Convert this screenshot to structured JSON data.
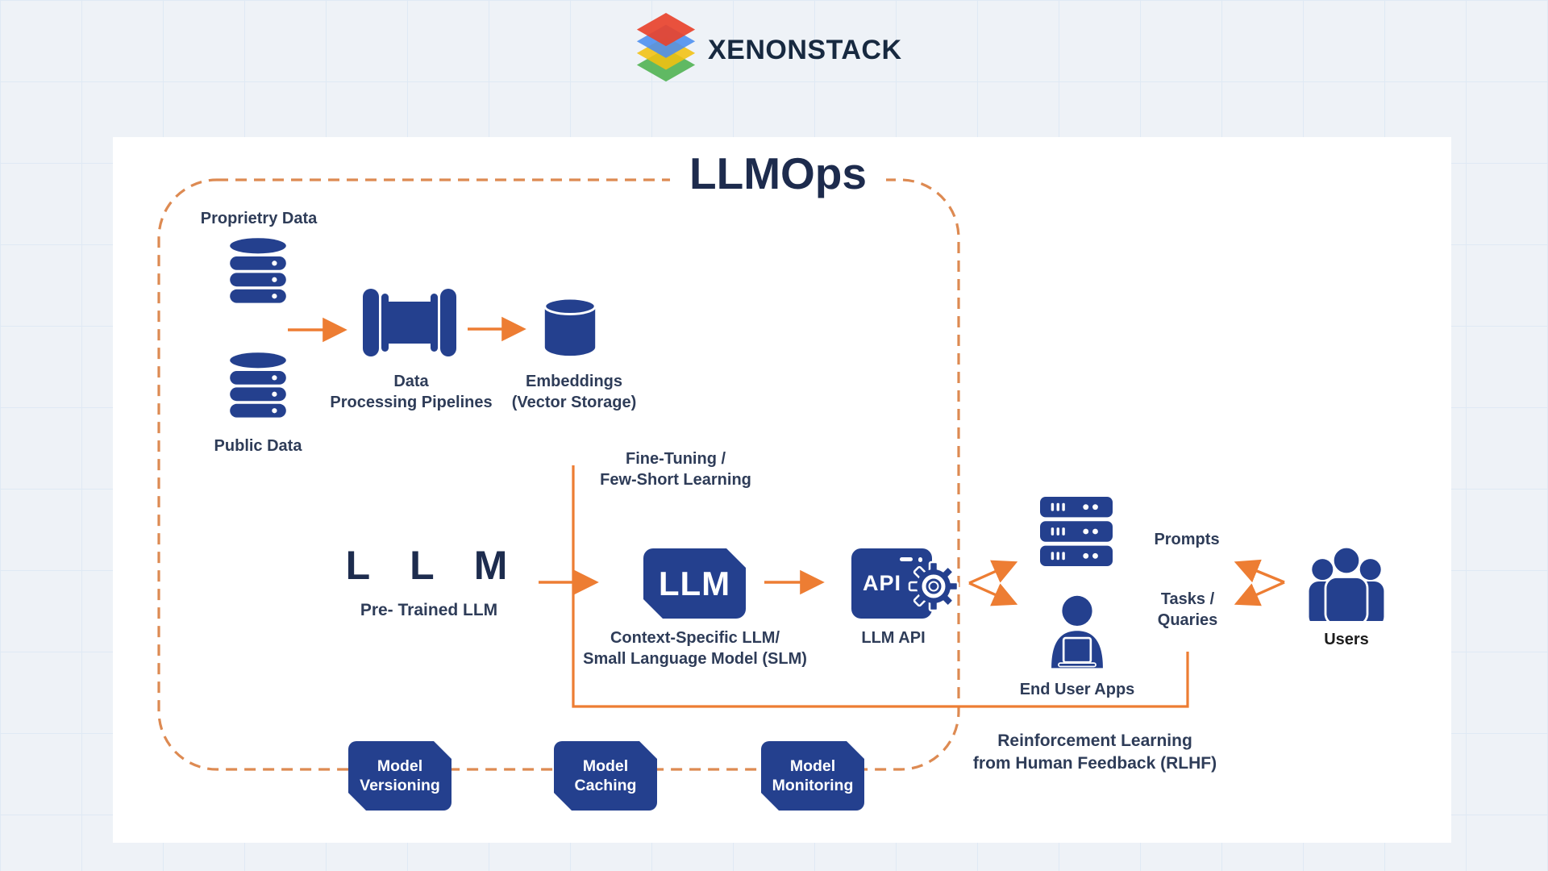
{
  "page": {
    "background": "#eef2f7",
    "panel": "#ffffff",
    "grid_line": "#dfe9f4"
  },
  "brand": {
    "name": "XENONSTACK",
    "text_color": "#172940",
    "logo_layer_colors": [
      "#e8432d",
      "#4a8df0",
      "#f2c010",
      "#4cb04e"
    ]
  },
  "diagram": {
    "title": "LLMOps",
    "colors": {
      "navy": "#24408e",
      "dark_text": "#1d2c4e",
      "label_text": "#2e3c58",
      "arrow_orange": "#ed7d33",
      "dashed_border_orange": "#dd8a52"
    },
    "nodes": {
      "proprietary_data": {
        "label": "Proprietry Data",
        "icon": "database-icon"
      },
      "public_data": {
        "label": "Public Data",
        "icon": "database-icon"
      },
      "pipelines": {
        "line1": "Data",
        "line2": "Processing Pipelines",
        "icon": "pipeline-icon"
      },
      "embeddings": {
        "line1": "Embeddings",
        "line2": "(Vector Storage)",
        "icon": "cylinder-icon"
      },
      "pretrained": {
        "big": "L L M",
        "label": "Pre- Trained LLM"
      },
      "finetuning": {
        "line1": "Fine-Tuning /",
        "line2": "Few-Short Learning"
      },
      "slm": {
        "box_label": "LLM",
        "line1": "Context-Specific LLM/",
        "line2": "Small Language Model (SLM)"
      },
      "api": {
        "box_label": "API",
        "label": "LLM API",
        "icon": "api-window-gear-icon"
      },
      "prompts": {
        "label": "Prompts",
        "icon": "server-stack-icon"
      },
      "tasks": {
        "line1": "Tasks /",
        "line2": "Quaries"
      },
      "end_user_apps": {
        "label": "End User Apps",
        "icon": "person-laptop-icon"
      },
      "users": {
        "label": "Users",
        "icon": "users-group-icon"
      },
      "rlhf": {
        "line1": "Reinforcement Learning",
        "line2": "from Human Feedback (RLHF)"
      }
    },
    "badges": [
      {
        "line1": "Model",
        "line2": "Versioning"
      },
      {
        "line1": "Model",
        "line2": "Caching"
      },
      {
        "line1": "Model",
        "line2": "Monitoring"
      }
    ]
  }
}
